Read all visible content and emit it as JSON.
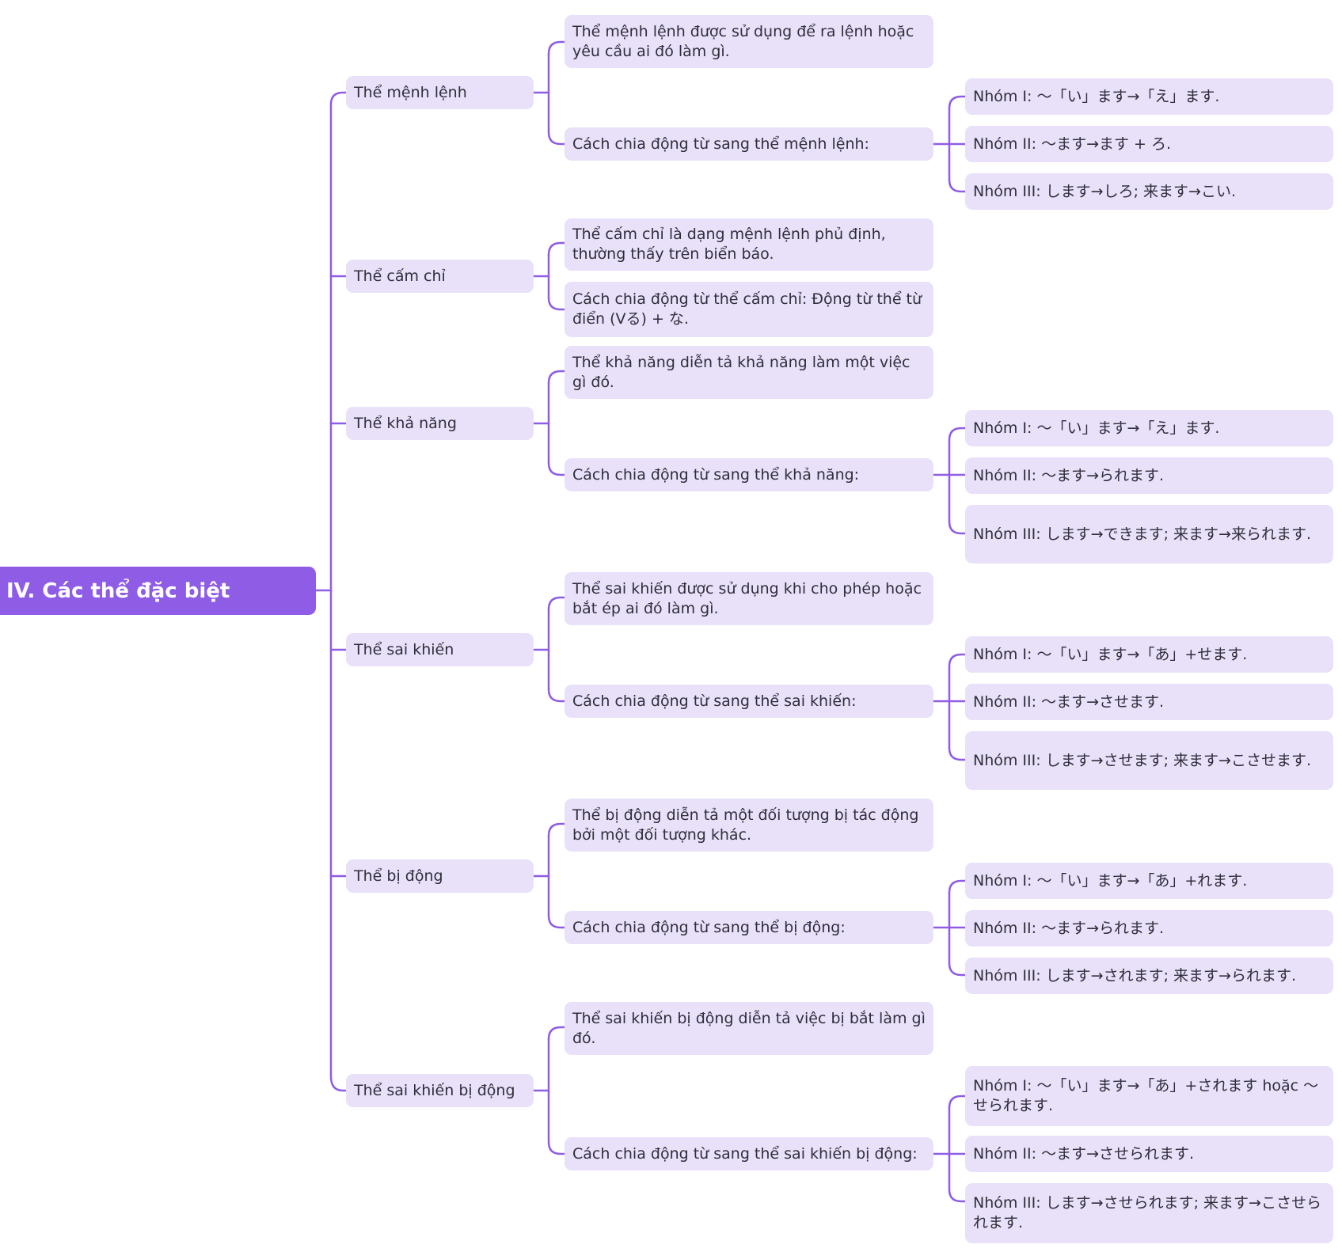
{
  "root": "IV. Các thể đặc biệt",
  "branches": [
    {
      "title": "Thể mệnh lệnh",
      "description": "Thể mệnh lệnh được sử dụng để ra lệnh hoặc yêu cầu ai đó làm gì.",
      "method": "Cách chia động từ sang thể mệnh lệnh:",
      "groups": [
        "Nhóm I: ～「い」ます→「え」ます.",
        "Nhóm II: ～ます→ます + ろ.",
        "Nhóm III: します→しろ; 来ます→こい."
      ]
    },
    {
      "title": "Thể cấm chỉ",
      "description": "Thể cấm chỉ là dạng mệnh lệnh phủ định, thường thấy trên biển báo.",
      "method": "Cách chia động từ thể cấm chỉ: Động từ thể từ điển (Vる) + な."
    },
    {
      "title": "Thể khả năng",
      "description": "Thể khả năng diễn tả khả năng làm một việc gì đó.",
      "method": "Cách chia động từ sang thể khả năng:",
      "groups": [
        "Nhóm I: ～「い」ます→「え」ます.",
        "Nhóm II: ～ます→られます.",
        "Nhóm III: します→できます; 来ます→来られます."
      ]
    },
    {
      "title": "Thể sai khiến",
      "description": "Thể sai khiến được sử dụng khi cho phép hoặc bắt ép ai đó làm gì.",
      "method": "Cách chia động từ sang thể sai khiến:",
      "groups": [
        "Nhóm I: ～「い」ます→「あ」+せます.",
        "Nhóm II: ～ます→させます.",
        "Nhóm III: します→させます; 来ます→こさせます."
      ]
    },
    {
      "title": "Thể bị động",
      "description": "Thể bị động diễn tả một đối tượng bị tác động bởi một đối tượng khác.",
      "method": "Cách chia động từ sang thể bị động:",
      "groups": [
        "Nhóm I: ～「い」ます→「あ」+れます.",
        "Nhóm II: ～ます→られます.",
        "Nhóm III: します→されます; 来ます→られます."
      ]
    },
    {
      "title": "Thể sai khiến bị động",
      "description": "Thể sai khiến bị động diễn tả việc bị bắt làm gì đó.",
      "method": "Cách chia động từ sang thể sai khiến bị động:",
      "groups": [
        "Nhóm I: ～「い」ます→「あ」+されます hoặc ～せられます.",
        "Nhóm II: ～ます→させられます.",
        "Nhóm III: します→させられます; 来ます→こさせられます."
      ]
    }
  ]
}
